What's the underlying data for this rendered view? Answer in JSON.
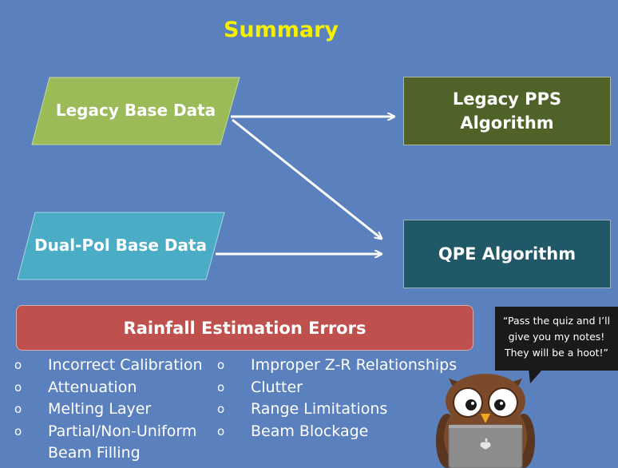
{
  "slide": {
    "title": "Summary",
    "inputs": [
      {
        "label": "Legacy Base Data",
        "color": "#9bbb59"
      },
      {
        "label": "Dual-Pol Base Data",
        "color": "#4bacc6"
      }
    ],
    "outputs": [
      {
        "label_lines": [
          "Legacy PPS",
          "Algorithm"
        ],
        "color": "#4f6228"
      },
      {
        "label_lines": [
          "QPE Algorithm"
        ],
        "color": "#215868"
      }
    ],
    "errors_heading": "Rainfall Estimation Errors",
    "errors_color": "#c0504d",
    "bullet_symbol": "o",
    "errors_left": [
      "Incorrect Calibration",
      "Attenuation",
      "Melting Layer",
      "Partial/Non-Uniform Beam Filling"
    ],
    "errors_right": [
      "Improper Z-R Relationships",
      "Clutter",
      "Range Limitations",
      "Beam Blockage"
    ],
    "owl_speech": [
      "“Pass the quiz and I’ll",
      "give you my notes!",
      "They will be a hoot!”"
    ],
    "laptop_logo": "apple-logo-icon"
  }
}
